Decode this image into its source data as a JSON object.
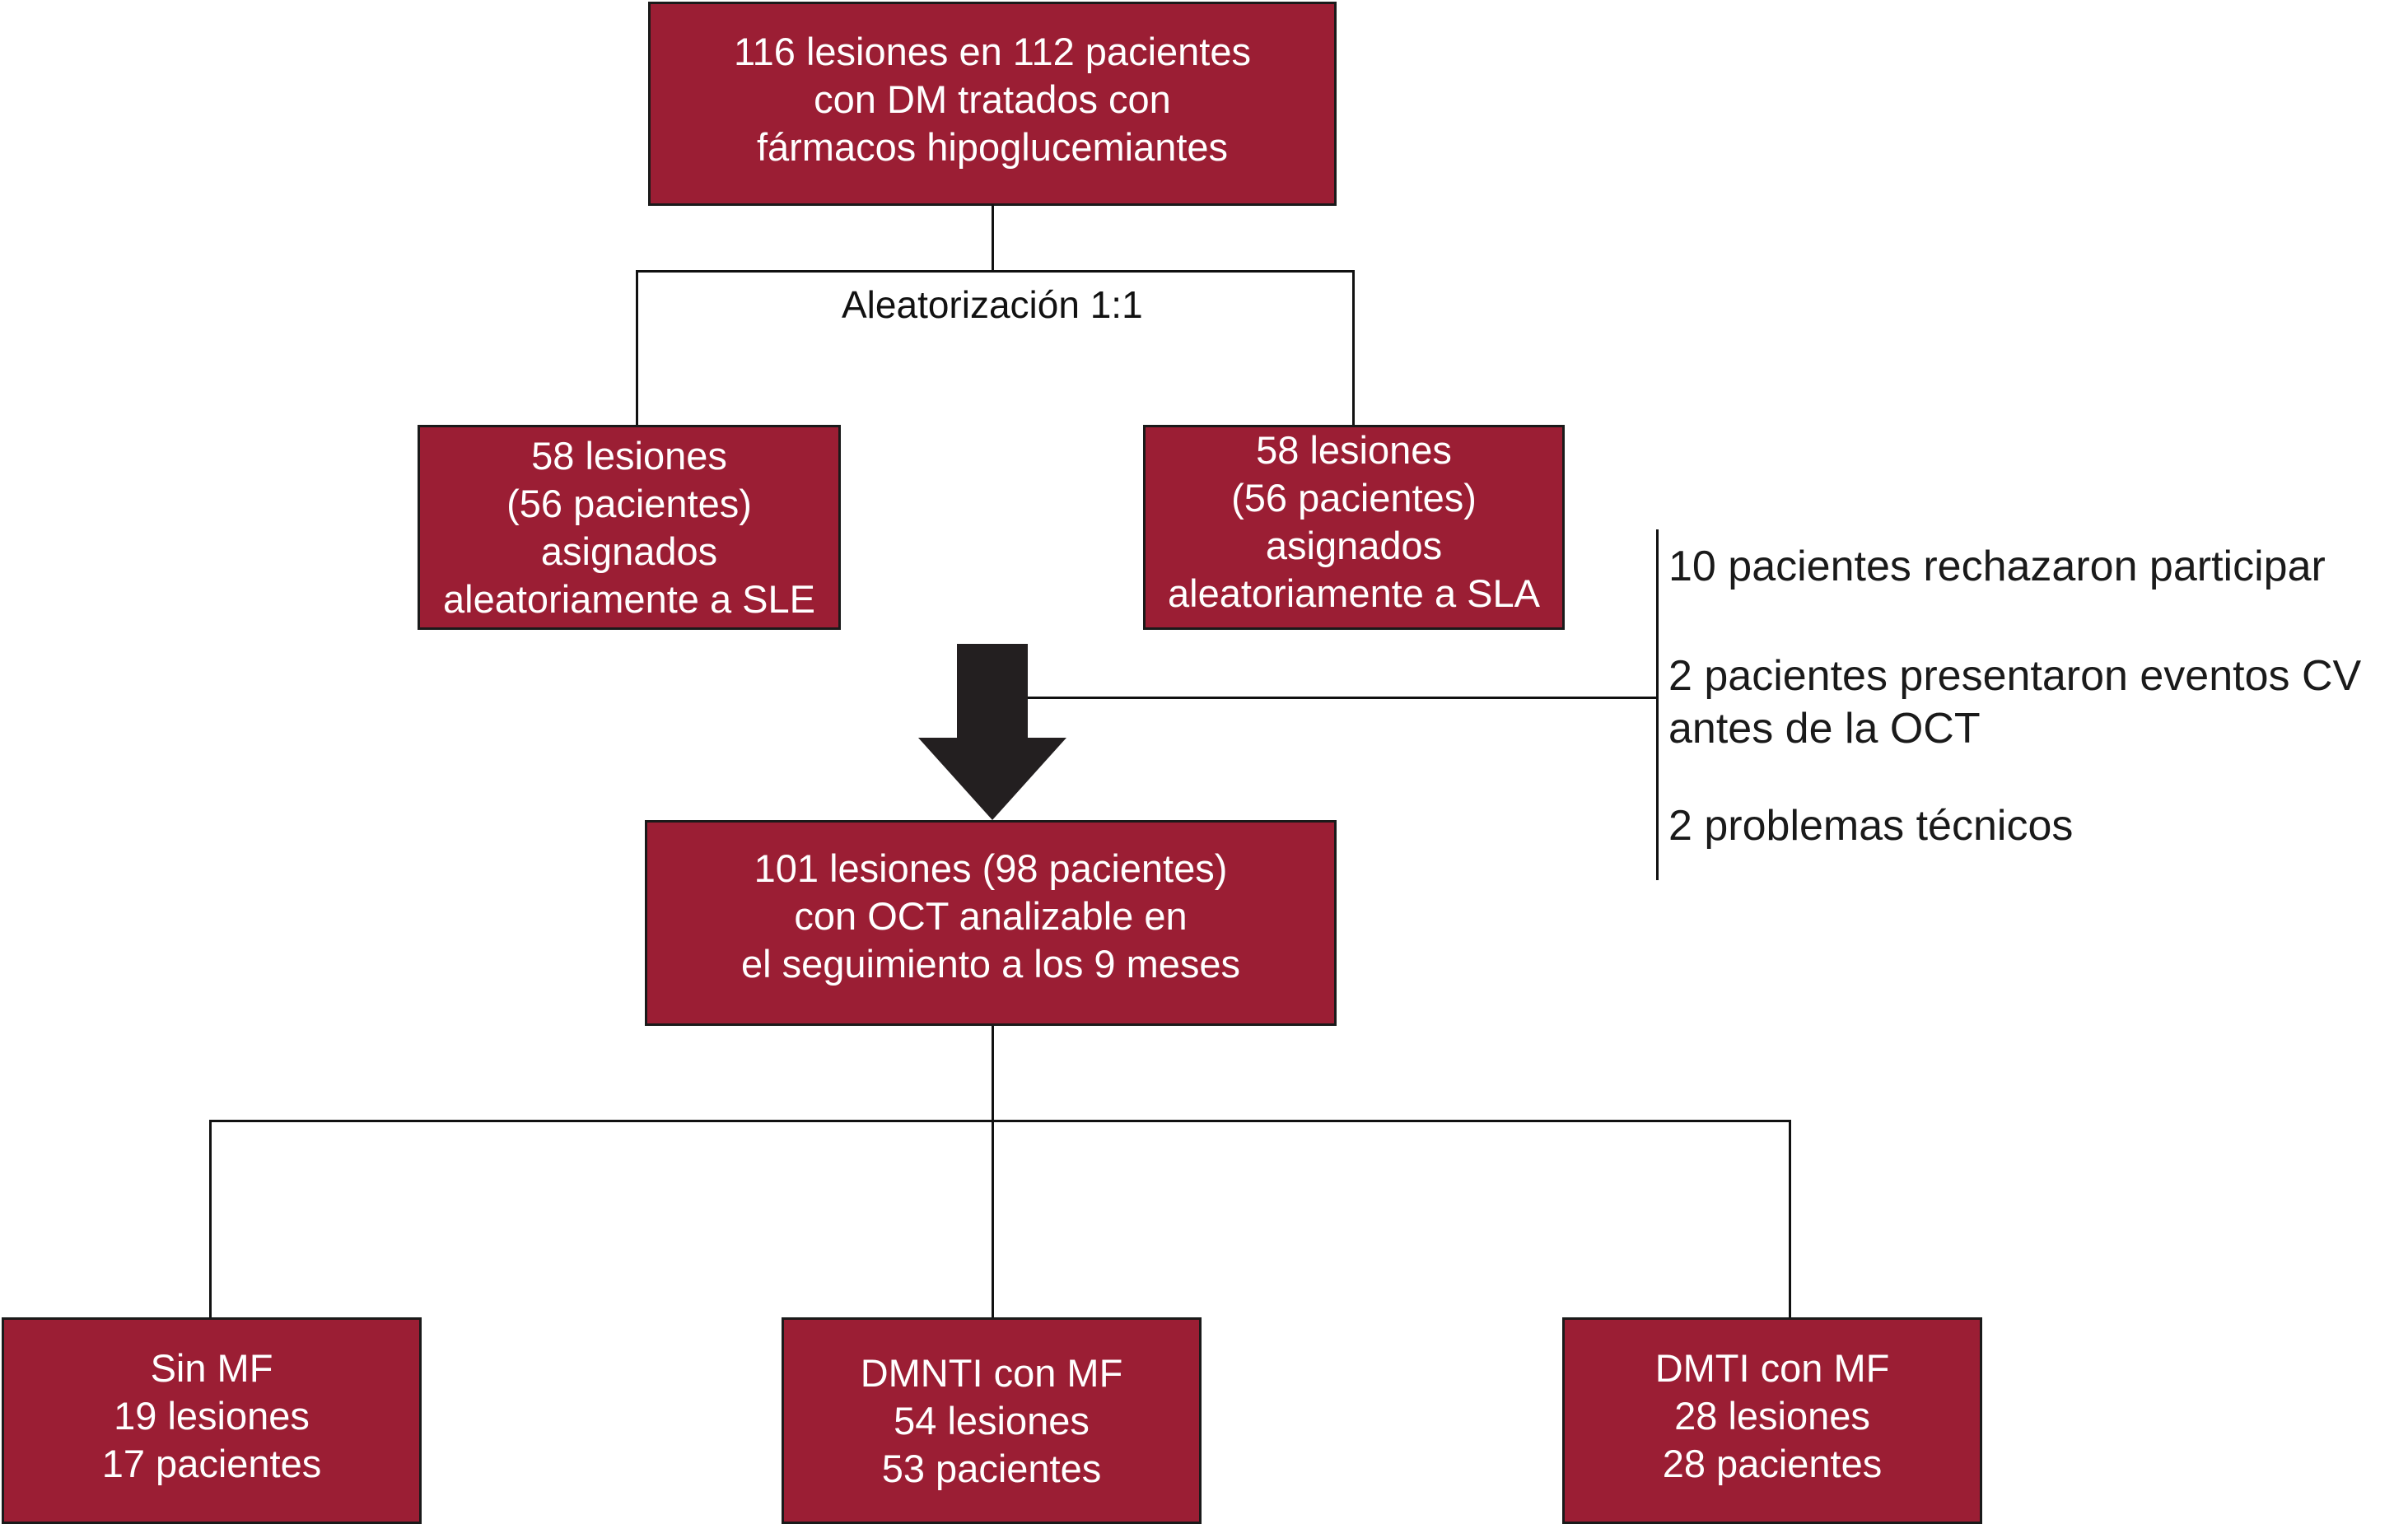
{
  "diagram": {
    "top_box": {
      "lines": [
        "116 lesiones en 112 pacientes",
        "con DM tratados con",
        "fármacos hipoglucemiantes"
      ]
    },
    "randomization_label": "Aleatorización 1:1",
    "arm_sle": {
      "lines": [
        "58 lesiones",
        "(56 pacientes)",
        "asignados",
        "aleatoriamente a SLE"
      ]
    },
    "arm_sla": {
      "lines": [
        "58 lesiones",
        "(56 pacientes)",
        "asignados",
        "aleatoriamente a SLA"
      ]
    },
    "exclusions": {
      "items": [
        {
          "lines": [
            "10 pacientes rechazaron participar"
          ]
        },
        {
          "lines": [
            "2 pacientes presentaron eventos CV",
            "antes de la OCT"
          ]
        },
        {
          "lines": [
            "2 problemas técnicos"
          ]
        }
      ]
    },
    "followup_box": {
      "lines": [
        "101 lesiones (98 pacientes)",
        "con OCT analizable en",
        "el seguimiento a los 9 meses"
      ]
    },
    "groups": [
      {
        "lines": [
          "Sin MF",
          "19 lesiones",
          "17 pacientes"
        ]
      },
      {
        "lines": [
          "DMNTI con MF",
          "54 lesiones",
          "53 pacientes"
        ]
      },
      {
        "lines": [
          "DMTI con MF",
          "28 lesiones",
          "28 pacientes"
        ]
      }
    ],
    "colors": {
      "box_fill": "#9b1e34",
      "box_text": "#ffffff",
      "lines": "#111111"
    }
  }
}
